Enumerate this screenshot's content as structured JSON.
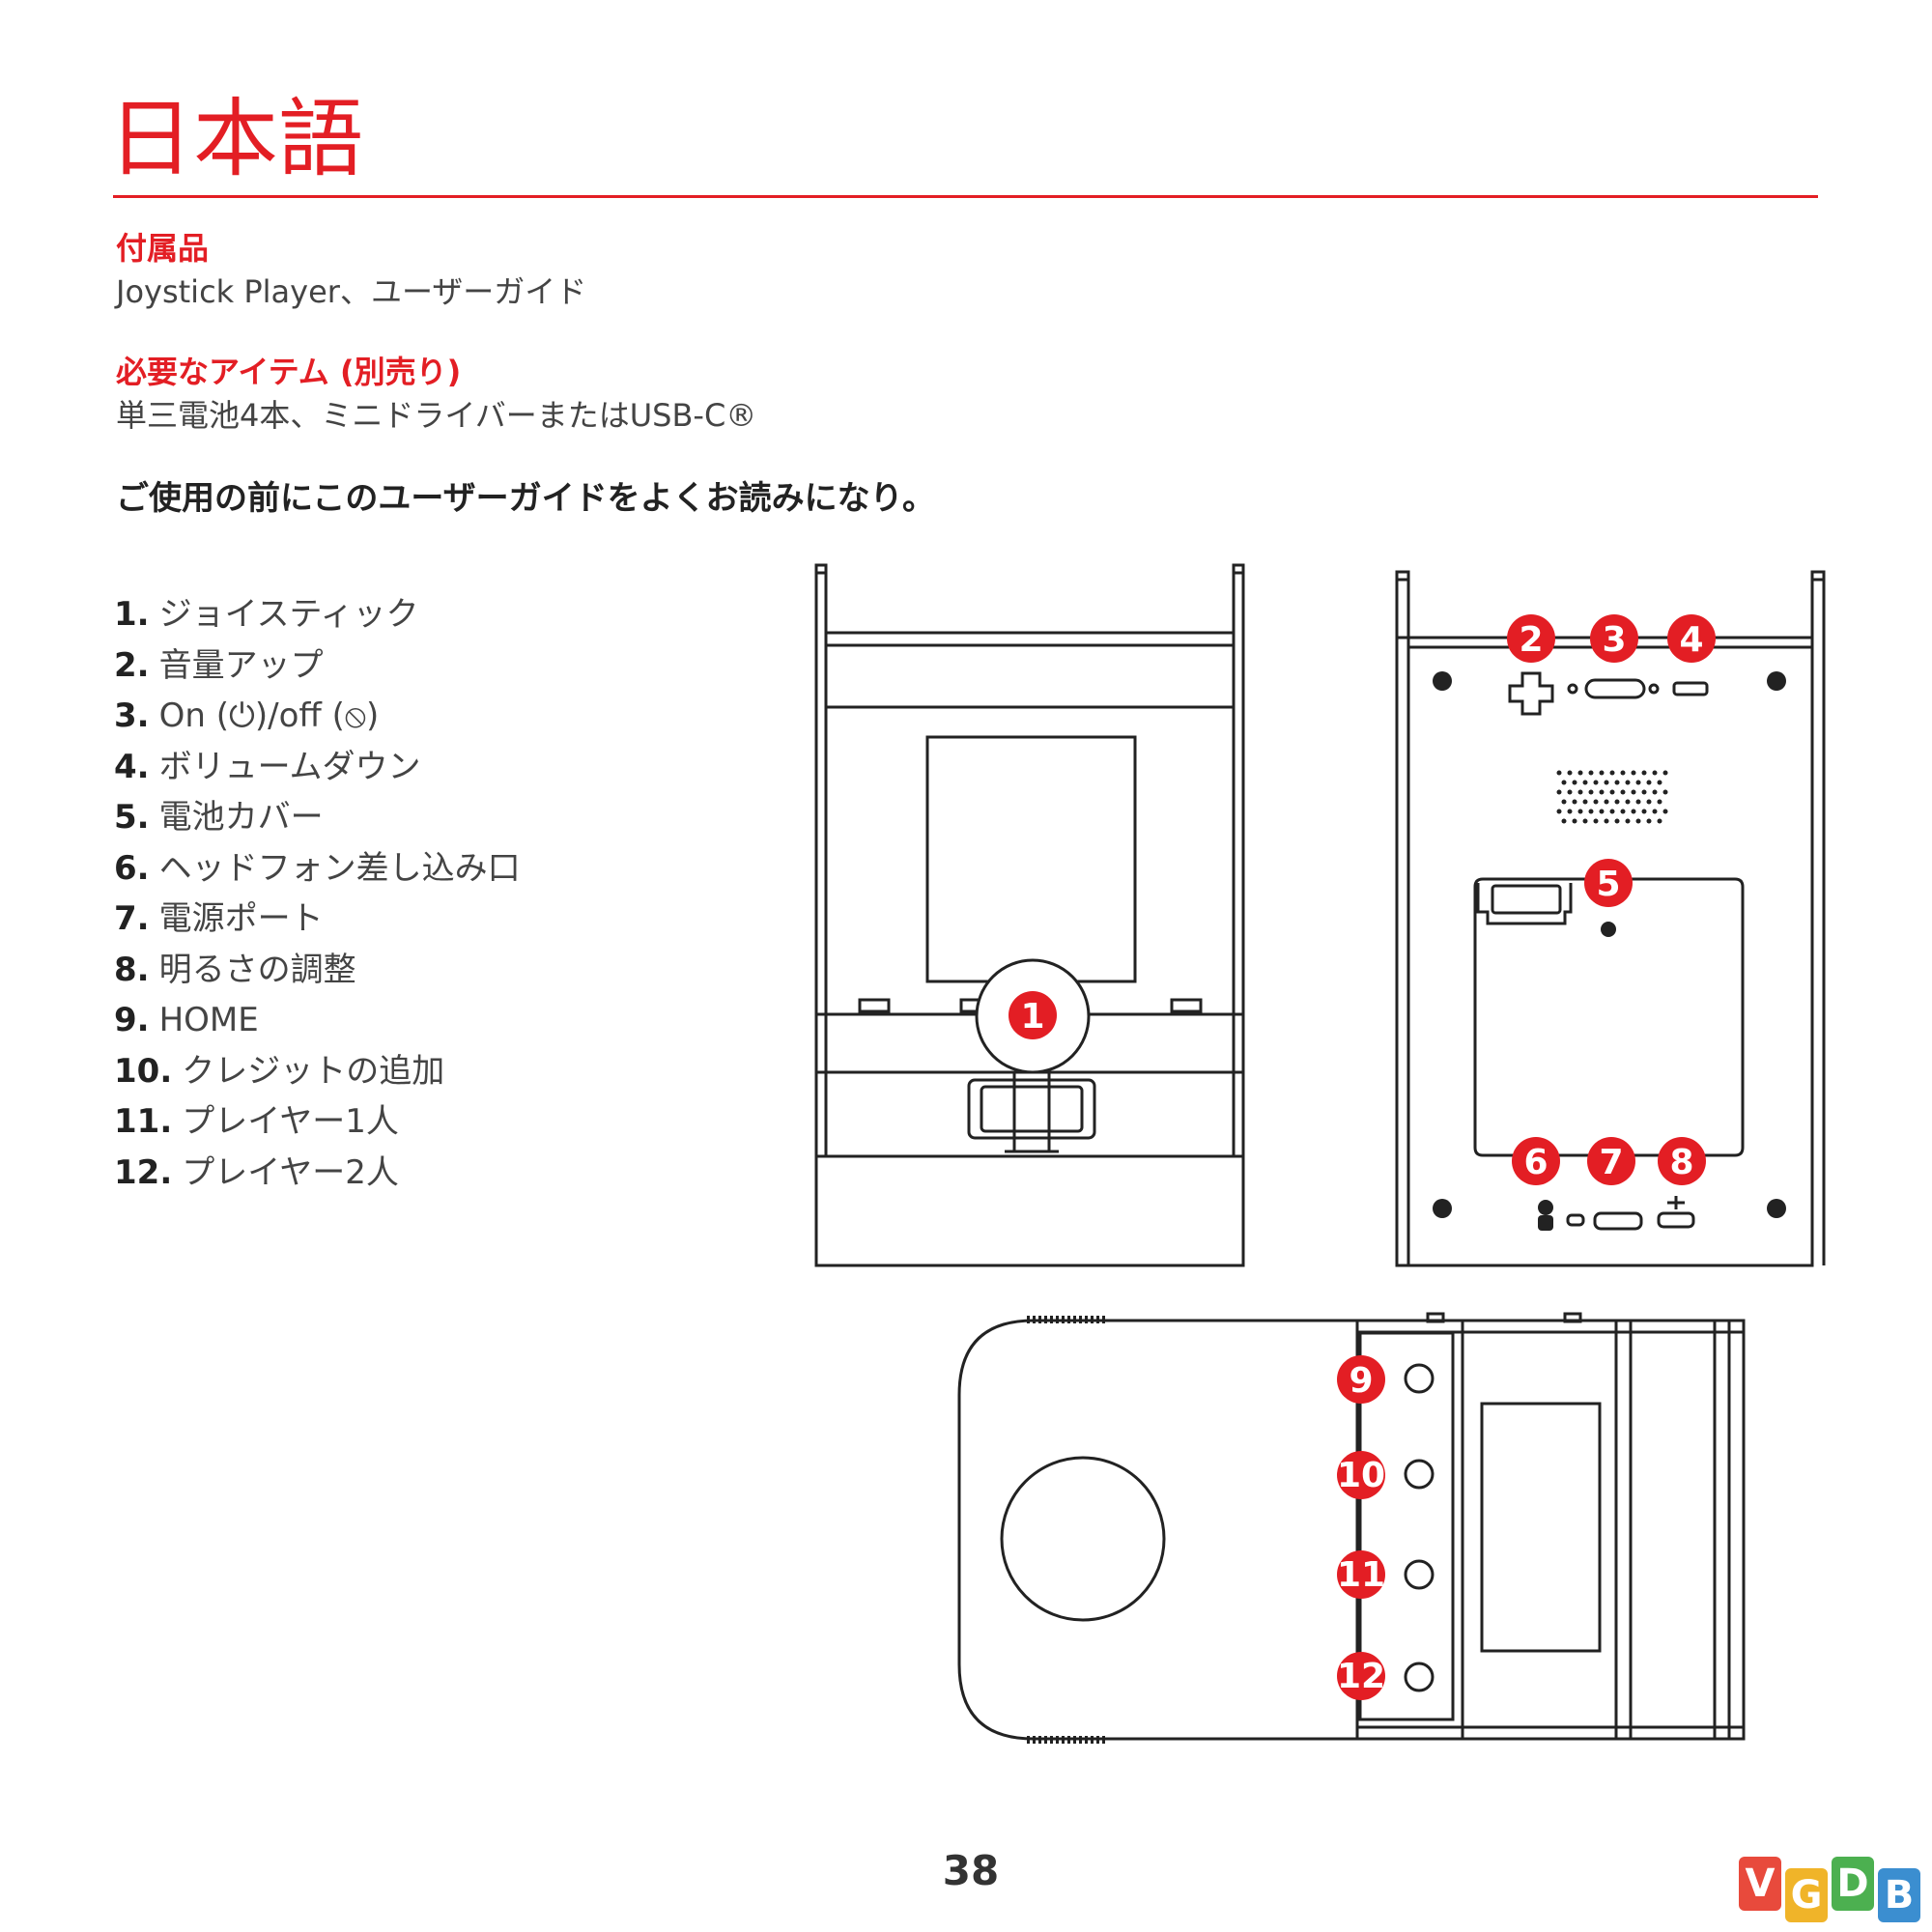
{
  "header": {
    "title": "日本語"
  },
  "included": {
    "heading": "付属品",
    "text": "Joystick Player、ユーザーガイド"
  },
  "required": {
    "heading": "必要なアイテム (別売り)",
    "text": "単三電池4本、ミニドライバーまたはUSB-C®"
  },
  "notice": "ご使用の前にこのユーザーガイドをよくお読みになり。",
  "parts": [
    {
      "num": "1.",
      "label": "ジョイスティック"
    },
    {
      "num": "2.",
      "label": "音量アップ"
    },
    {
      "num": "3.",
      "label": "On (⏻)/off (⦸)"
    },
    {
      "num": "4.",
      "label": "ボリュームダウン"
    },
    {
      "num": "5.",
      "label": "電池カバー"
    },
    {
      "num": "6.",
      "label": "ヘッドフォン差し込み口"
    },
    {
      "num": "7.",
      "label": "電源ポート"
    },
    {
      "num": "8.",
      "label": "明るさの調整"
    },
    {
      "num": "9.",
      "label": "HOME"
    },
    {
      "num": "10.",
      "label": "クレジットの追加"
    },
    {
      "num": "11.",
      "label": "プレイヤー1人"
    },
    {
      "num": "12.",
      "label": "プレイヤー2人"
    }
  ],
  "callouts": [
    "1",
    "2",
    "3",
    "4",
    "5",
    "6",
    "7",
    "8",
    "9",
    "10",
    "11",
    "12"
  ],
  "page_number": "38",
  "watermark": {
    "letters": [
      "V",
      "G",
      "D",
      "B"
    ]
  },
  "colors": {
    "accent": "#e31e24",
    "line": "#222222"
  }
}
